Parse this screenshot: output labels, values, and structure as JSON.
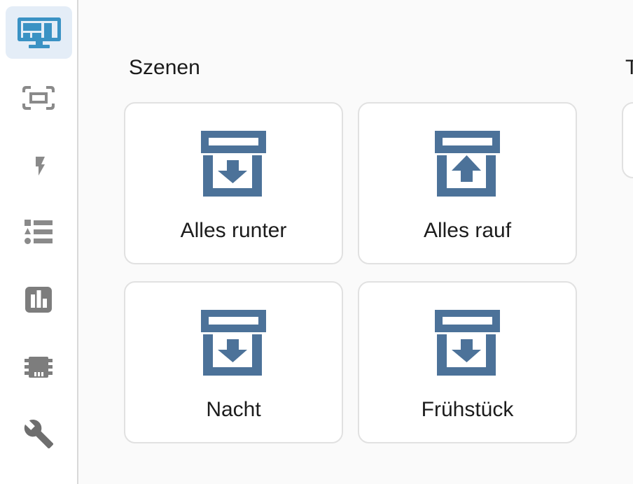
{
  "sidebar": {
    "items": [
      {
        "id": "dashboard",
        "icon": "monitor-dashboard-icon",
        "selected": true
      },
      {
        "id": "scan",
        "icon": "scan-frame-icon",
        "selected": false
      },
      {
        "id": "automation",
        "icon": "lightning-bolt-icon",
        "selected": false
      },
      {
        "id": "list",
        "icon": "bulleted-list-icon",
        "selected": false
      },
      {
        "id": "charts",
        "icon": "bar-chart-icon",
        "selected": false
      },
      {
        "id": "hardware",
        "icon": "chip-icon",
        "selected": false
      },
      {
        "id": "settings",
        "icon": "wrench-icon",
        "selected": false
      }
    ]
  },
  "main": {
    "sections": [
      {
        "title": "Szenen",
        "cards": [
          {
            "label": "Alles runter",
            "icon": "archive-arrow-down-icon"
          },
          {
            "label": "Alles rauf",
            "icon": "archive-arrow-up-icon"
          },
          {
            "label": "Nacht",
            "icon": "archive-arrow-down-icon"
          },
          {
            "label": "Frühstück",
            "icon": "archive-arrow-down-icon"
          }
        ]
      },
      {
        "title": "T"
      }
    ]
  },
  "colors": {
    "accent_blue": "#3a92c4",
    "selected_item_bg": "#e4edf7",
    "scene_icon_blue": "#4c7299",
    "sidebar_icon_gray": "#8a8a8a",
    "card_border": "#e1e1e1",
    "background": "#fafafa",
    "text": "#1c1c1c"
  }
}
